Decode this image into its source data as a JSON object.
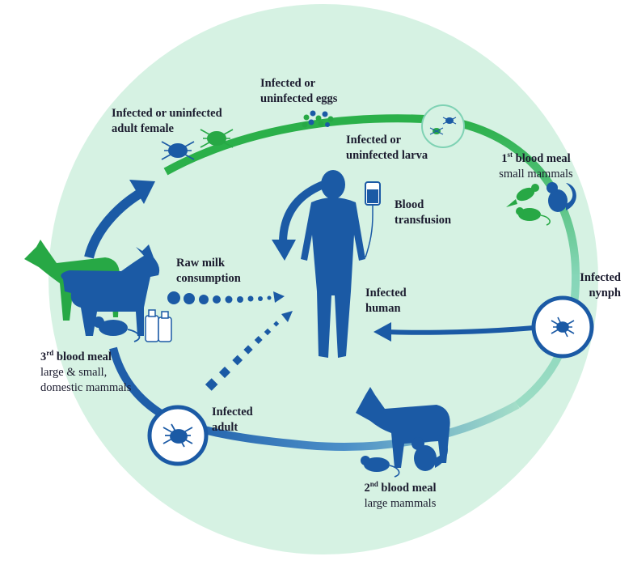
{
  "labels": {
    "eggs": {
      "line1": "Infected or",
      "line2": "uninfected eggs"
    },
    "adult_female": {
      "line1": "Infected or uninfected",
      "line2": "adult female"
    },
    "larva": {
      "line1": "Infected or",
      "line2": "uninfected larva"
    },
    "first_meal": {
      "ordinal": "1",
      "sup": "st",
      "title": " blood meal",
      "sub": "small mammals"
    },
    "blood_transfusion": {
      "line1": "Blood",
      "line2": "transfusion"
    },
    "raw_milk": {
      "line1": "Raw milk",
      "line2": "consumption"
    },
    "infected_nymph": {
      "line1": "Infected",
      "line2": "nynph"
    },
    "infected_human": {
      "line1": "Infected",
      "line2": "human"
    },
    "third_meal": {
      "ordinal": "3",
      "sup": "rd",
      "title": " blood meal",
      "sub1": "large & small,",
      "sub2": "domestic mammals"
    },
    "infected_adult": {
      "line1": "Infected",
      "line2": "adult"
    },
    "second_meal": {
      "ordinal": "2",
      "sup": "nd",
      "title": " blood meal",
      "sub": "large mammals"
    }
  },
  "colors": {
    "background_circle": "#d6f2e3",
    "ring_green": "#2bb04a",
    "ring_teal": "#7fd2b4",
    "ring_blue": "#1f5ea9",
    "navy": "#1b5aa5",
    "green_animal": "#27a845"
  },
  "icons": [
    "tick-icon",
    "goat-icon",
    "deer-icon",
    "human-icon",
    "squirrel-icon",
    "mouse-icon",
    "bird-icon",
    "milk-bottle-icon",
    "blood-bag-icon"
  ]
}
